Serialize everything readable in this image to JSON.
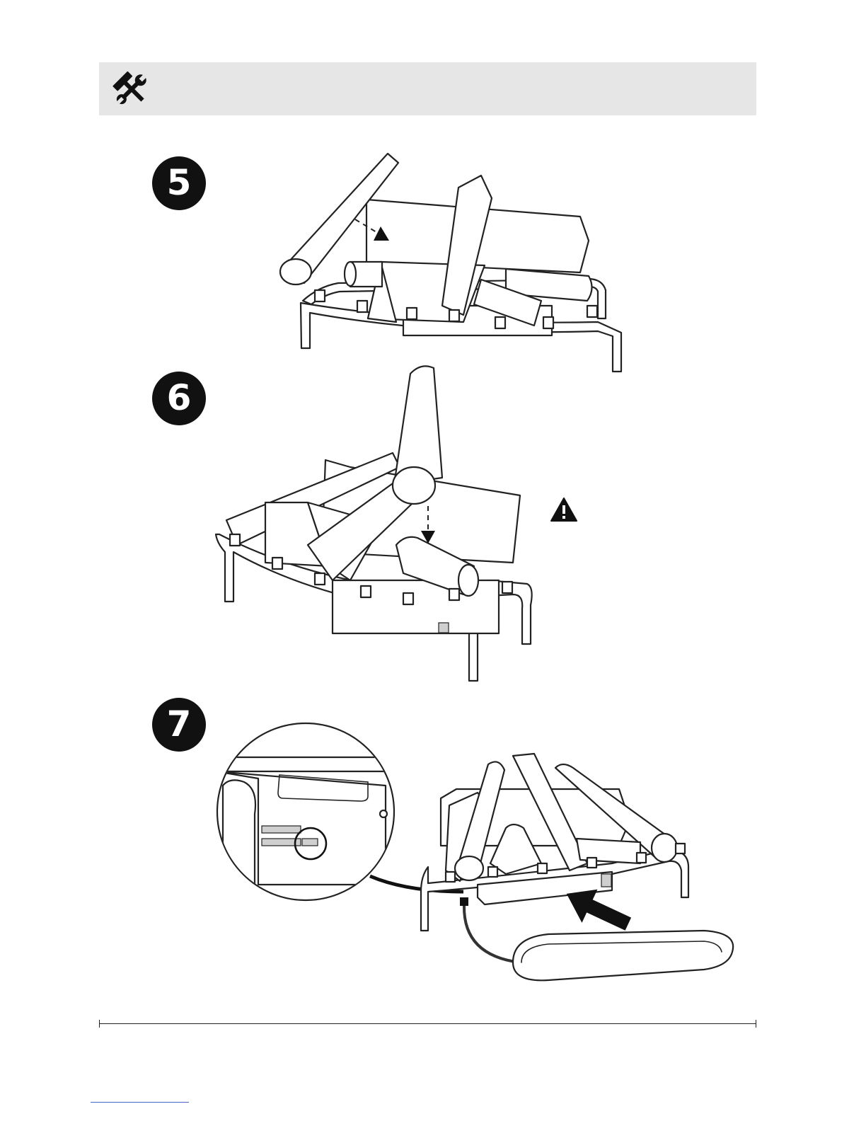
{
  "header": {
    "icon": "tools-icon"
  },
  "steps": [
    {
      "number": "5"
    },
    {
      "number": "6"
    },
    {
      "number": "7"
    }
  ],
  "icons": {
    "warning": "warning-icon",
    "arrow": "push-arrow-icon"
  },
  "colors": {
    "header_bg": "#e6e6e6",
    "badge_bg": "#111111",
    "link_line": "#4a63c8"
  }
}
